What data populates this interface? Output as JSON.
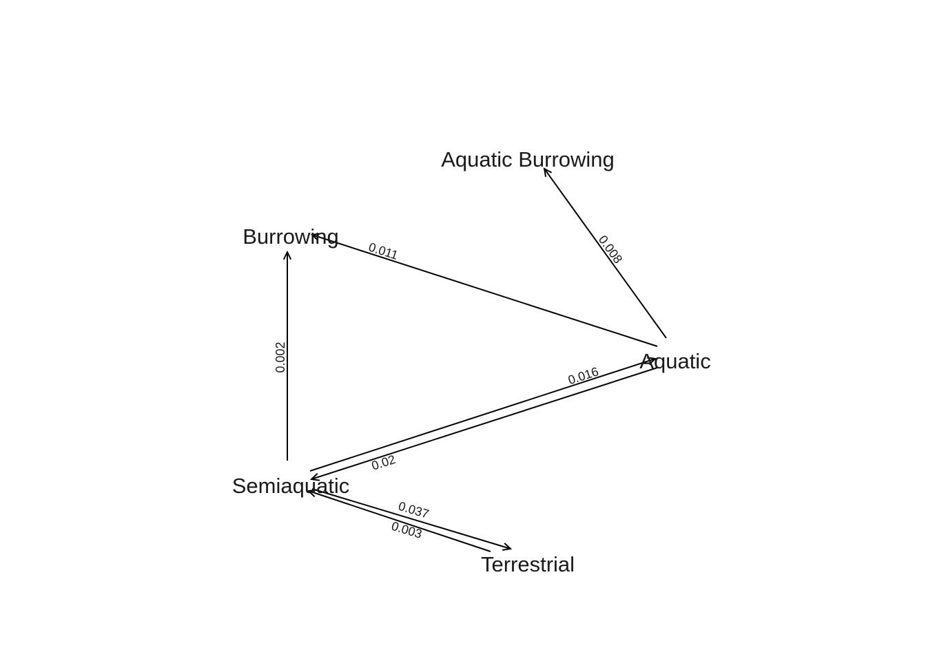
{
  "diagram": {
    "nodes": [
      {
        "id": "aquatic_burrowing",
        "label": "Aquatic Burrowing"
      },
      {
        "id": "burrowing",
        "label": "Burrowing"
      },
      {
        "id": "aquatic",
        "label": "Aquatic"
      },
      {
        "id": "semiaquatic",
        "label": "Semiaquatic"
      },
      {
        "id": "terrestrial",
        "label": "Terrestrial"
      }
    ],
    "edges": [
      {
        "id": "aquatic-to-aquatic_burrowing",
        "from": "aquatic",
        "to": "aquatic_burrowing",
        "rate": "0.008"
      },
      {
        "id": "aquatic-to-burrowing",
        "from": "aquatic",
        "to": "burrowing",
        "rate": "0.011"
      },
      {
        "id": "semiaquatic-to-burrowing",
        "from": "semiaquatic",
        "to": "burrowing",
        "rate": "0.002"
      },
      {
        "id": "semiaquatic-to-aquatic",
        "from": "semiaquatic",
        "to": "aquatic",
        "rate": "0.016"
      },
      {
        "id": "aquatic-to-semiaquatic",
        "from": "aquatic",
        "to": "semiaquatic",
        "rate": "0.02"
      },
      {
        "id": "semiaquatic-to-terrestrial",
        "from": "semiaquatic",
        "to": "terrestrial",
        "rate": "0.037"
      },
      {
        "id": "terrestrial-to-semiaquatic",
        "from": "terrestrial",
        "to": "semiaquatic",
        "rate": "0.003"
      }
    ],
    "colors": {
      "line": "#000000",
      "text": "#1a1a1a",
      "background": "#ffffff"
    }
  }
}
